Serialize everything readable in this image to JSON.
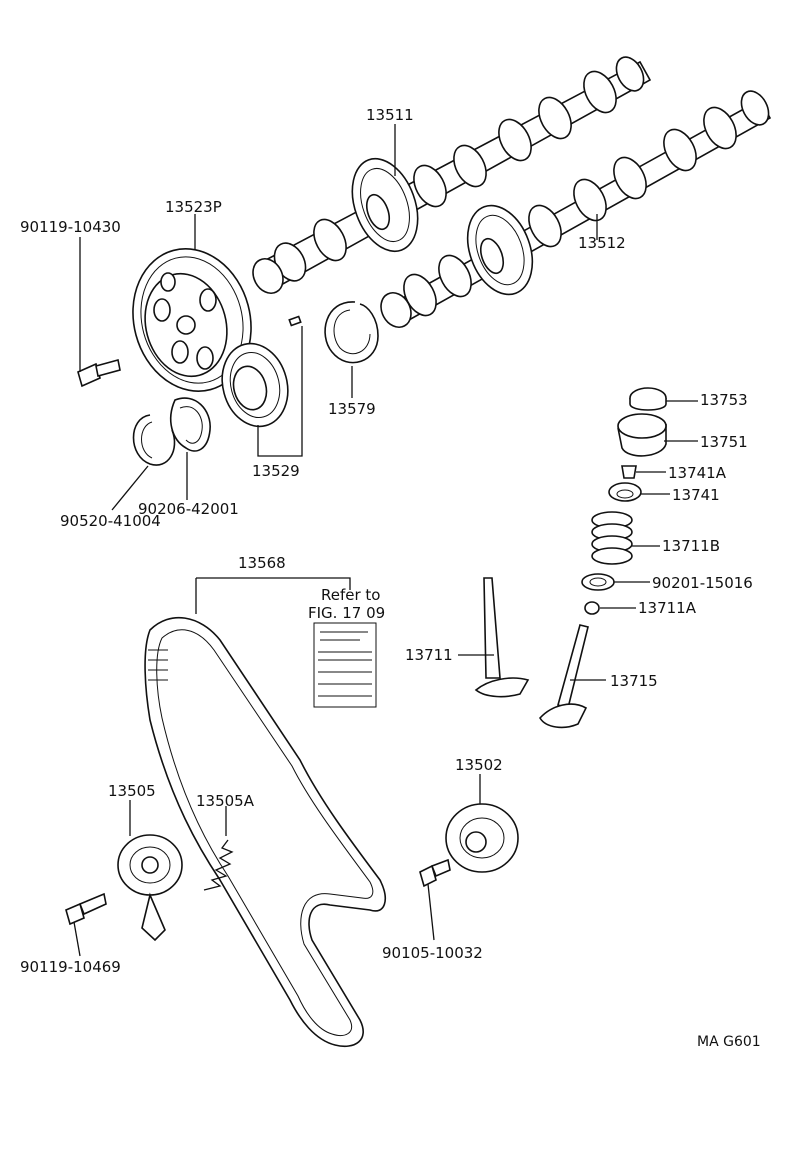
{
  "labels": {
    "p13511": "13511",
    "p13512": "13512",
    "p13523p": "13523P",
    "p90119_10430": "90119-10430",
    "p13579": "13579",
    "p13529": "13529",
    "p90206_42001": "90206-42001",
    "p90520_41004": "90520-41004",
    "p13753": "13753",
    "p13751": "13751",
    "p13741a": "13741A",
    "p13741": "13741",
    "p13711b": "13711B",
    "p90201_15016": "90201-15016",
    "p13711a": "13711A",
    "p13711": "13711",
    "p13715": "13715",
    "p13568": "13568",
    "p13505": "13505",
    "p13505a": "13505A",
    "p13502": "13502",
    "p90105_10032": "90105-10032",
    "p90119_10469": "90119-10469"
  },
  "refer": {
    "line1": "Refer to",
    "line2": "FIG. 17 09"
  },
  "footer_code": "MA G601"
}
